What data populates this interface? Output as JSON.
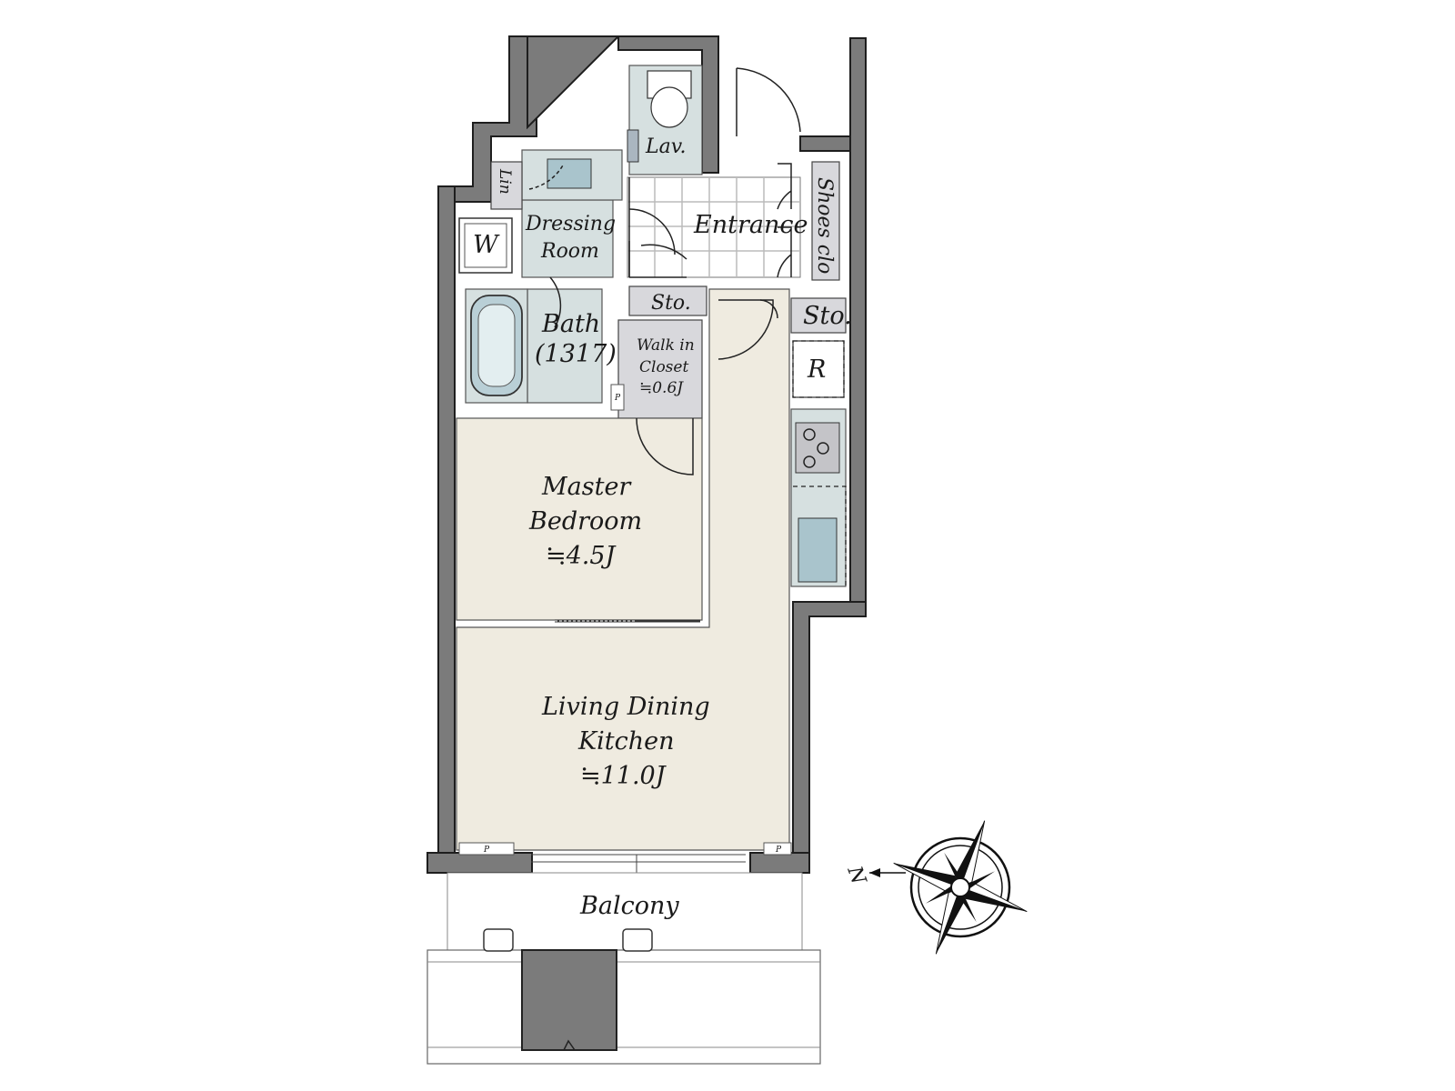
{
  "rooms": {
    "lavatory": "Lav.",
    "linen": "Lin",
    "dressing_line1": "Dressing",
    "dressing_line2": "Room",
    "washer": "W",
    "entrance": "Entrance",
    "shoes_closet": "Shoes clo",
    "storage_hall": "Sto.",
    "storage_kitchen": "Sto.",
    "bath_line1": "Bath",
    "bath_line2": "(1317)",
    "walkin_line1": "Walk in",
    "walkin_line2": "Closet",
    "walkin_line3": "≒0.6J",
    "refrigerator": "R",
    "master_line1": "Master",
    "master_line2": "Bedroom",
    "master_line3": "≒4.5J",
    "ldk_line1": "Living Dining",
    "ldk_line2": "Kitchen",
    "ldk_line3": "≒11.0J",
    "balcony": "Balcony",
    "pipe": "P"
  },
  "compass": {
    "north_label": "N"
  },
  "colors": {
    "wall": "#7b7b7b",
    "wet_area": "#d6e0e0",
    "living_floor": "#efebe0",
    "storage": "#d8d8dc"
  }
}
